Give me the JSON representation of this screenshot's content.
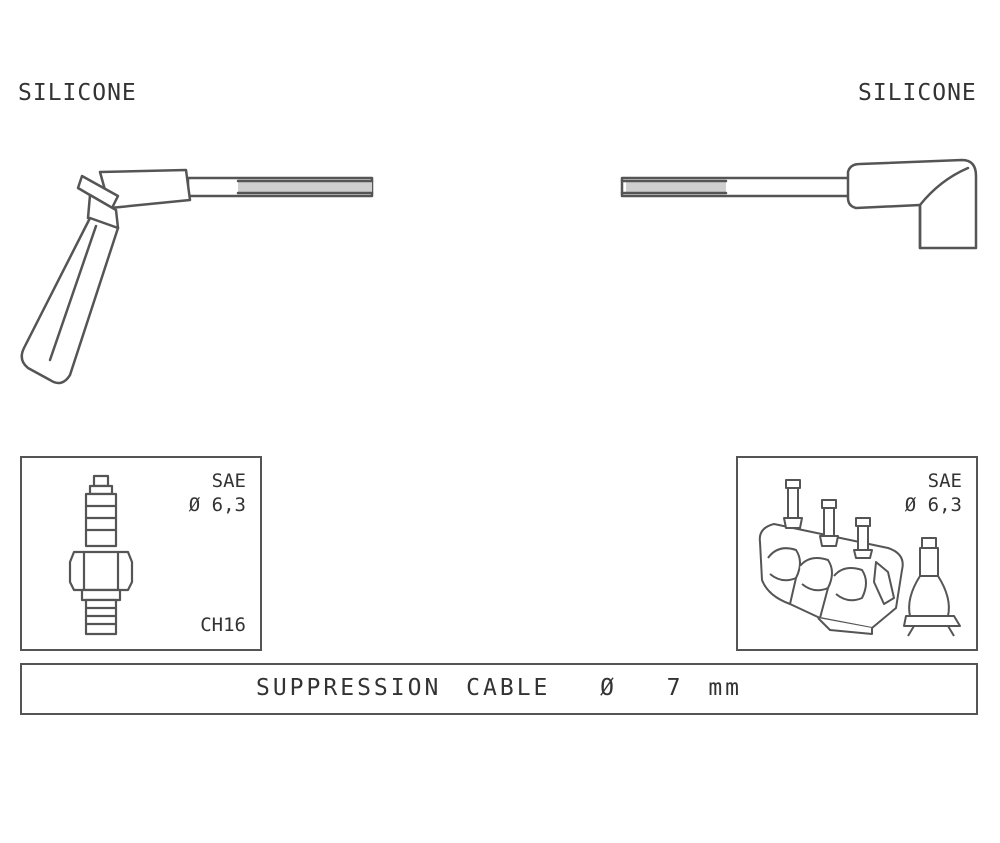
{
  "boots": {
    "left_label": "SILICONE",
    "right_label": "SILICONE"
  },
  "spark_plug_box": {
    "standard": "SAE",
    "diameter": "Ø 6,3",
    "code": "CH16",
    "icon": "spark-plug-icon"
  },
  "coil_box": {
    "standard": "SAE",
    "diameter": "Ø 6,3",
    "icon": "ignition-coil-icon"
  },
  "cable": {
    "text": "SUPPRESSION CABLE  Ø  7 mm"
  },
  "colors": {
    "line": "#555555",
    "text": "#333333",
    "cable_gray": "#cfcfcf"
  }
}
